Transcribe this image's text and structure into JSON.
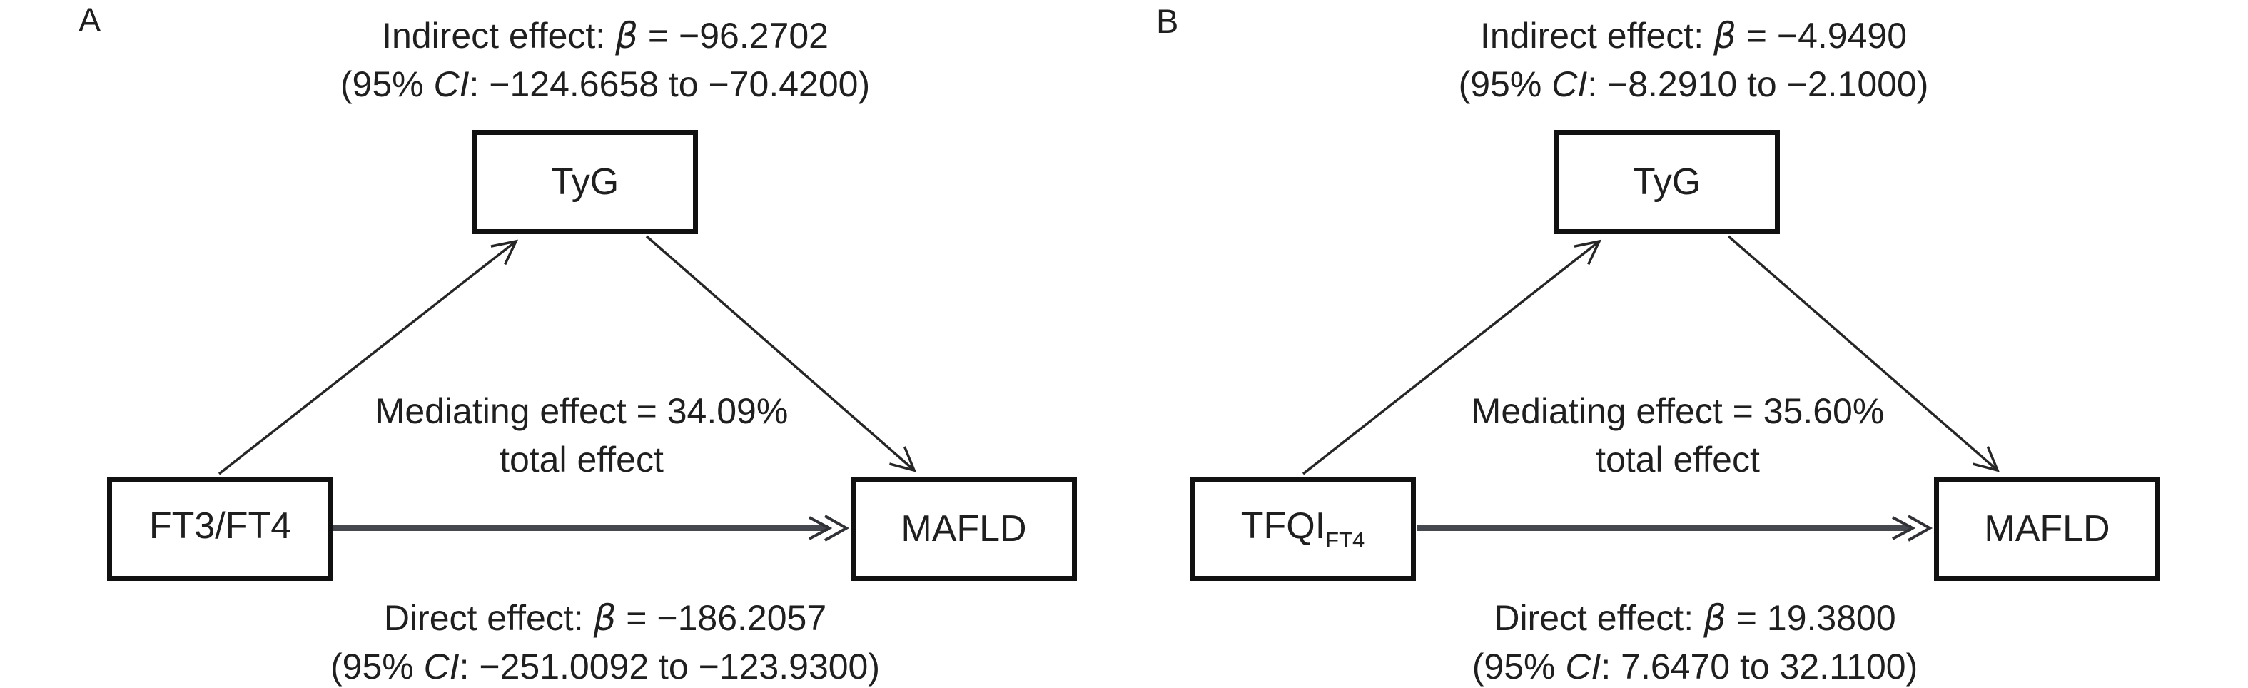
{
  "figure": {
    "colors": {
      "background": "#ffffff",
      "text": "#1f1f1f",
      "box-border": "#111111",
      "line": "#262626",
      "direct-line": "#46484f"
    },
    "panels": [
      {
        "label": "A",
        "indirect_effect": {
          "prefix": "Indirect effect: ",
          "beta_symbol": "β",
          "value": " = −96.2702",
          "ci_prefix": "(95% ",
          "ci_label": "CI",
          "ci_suffix": ": −124.6658 to −70.4200)"
        },
        "mediator_box": "TyG",
        "exposure_box": {
          "main": "FT3/FT4",
          "subscript": ""
        },
        "outcome_box": "MAFLD",
        "mediating_effect": {
          "line1": "Mediating effect = 34.09%",
          "line2": "total effect"
        },
        "direct_effect": {
          "prefix": "Direct effect: ",
          "beta_symbol": "β",
          "value": " = −186.2057",
          "ci_prefix": "(95% ",
          "ci_label": "CI",
          "ci_suffix": ": −251.0092 to −123.9300)"
        }
      },
      {
        "label": "B",
        "indirect_effect": {
          "prefix": "Indirect effect: ",
          "beta_symbol": "β",
          "value": " = −4.9490",
          "ci_prefix": "(95% ",
          "ci_label": "CI",
          "ci_suffix": ": −8.2910 to −2.1000)"
        },
        "mediator_box": "TyG",
        "exposure_box": {
          "main": "TFQI",
          "subscript": "FT4"
        },
        "outcome_box": "MAFLD",
        "mediating_effect": {
          "line1": "Mediating effect = 35.60%",
          "line2": "total effect"
        },
        "direct_effect": {
          "prefix": "Direct effect: ",
          "beta_symbol": "β",
          "value": " = 19.3800",
          "ci_prefix": "(95% ",
          "ci_label": "CI",
          "ci_suffix": ": 7.6470 to 32.1100)"
        }
      }
    ]
  }
}
